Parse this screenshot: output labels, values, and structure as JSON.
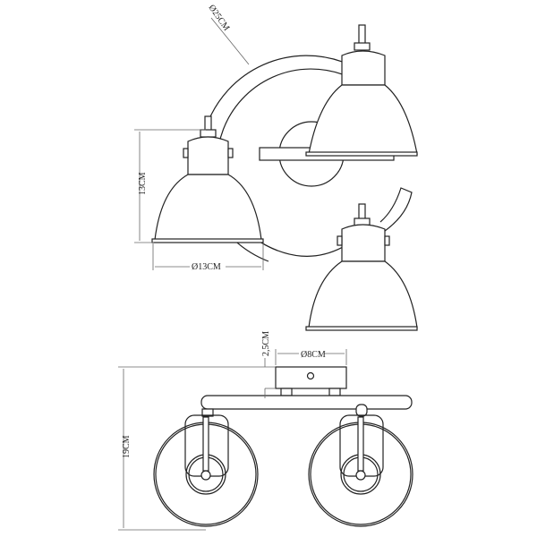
{
  "dimensions": {
    "ring_diameter": "Ø25CM",
    "shade_height": "13CM",
    "shade_diameter": "Ø13CM",
    "canopy_height": "2,5CM",
    "canopy_diameter": "Ø8CM",
    "total_height": "19CM"
  },
  "colors": {
    "line": "#222222",
    "background": "#ffffff"
  }
}
